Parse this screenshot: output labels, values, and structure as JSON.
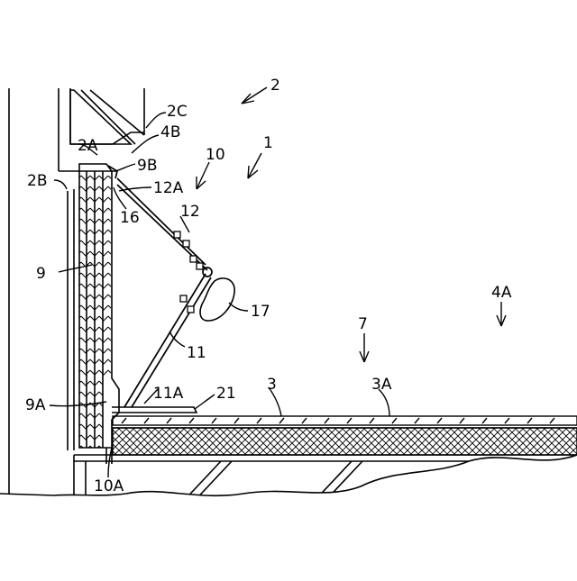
{
  "labels": {
    "l2": "2",
    "l2C": "2C",
    "l4B": "4B",
    "l2A": "2A",
    "l9B": "9B",
    "l1": "1",
    "l10": "10",
    "l2B": "2B",
    "l12A": "12A",
    "l12": "12",
    "l16": "16",
    "l9": "9",
    "l17": "17",
    "l4A": "4A",
    "l7": "7",
    "l11": "11",
    "l9A": "9A",
    "l11A": "11A",
    "l21": "21",
    "l3": "3",
    "l3A": "3A",
    "l10A": "10A"
  },
  "colors": {
    "ink": "#000000",
    "paper": "#ffffff"
  }
}
